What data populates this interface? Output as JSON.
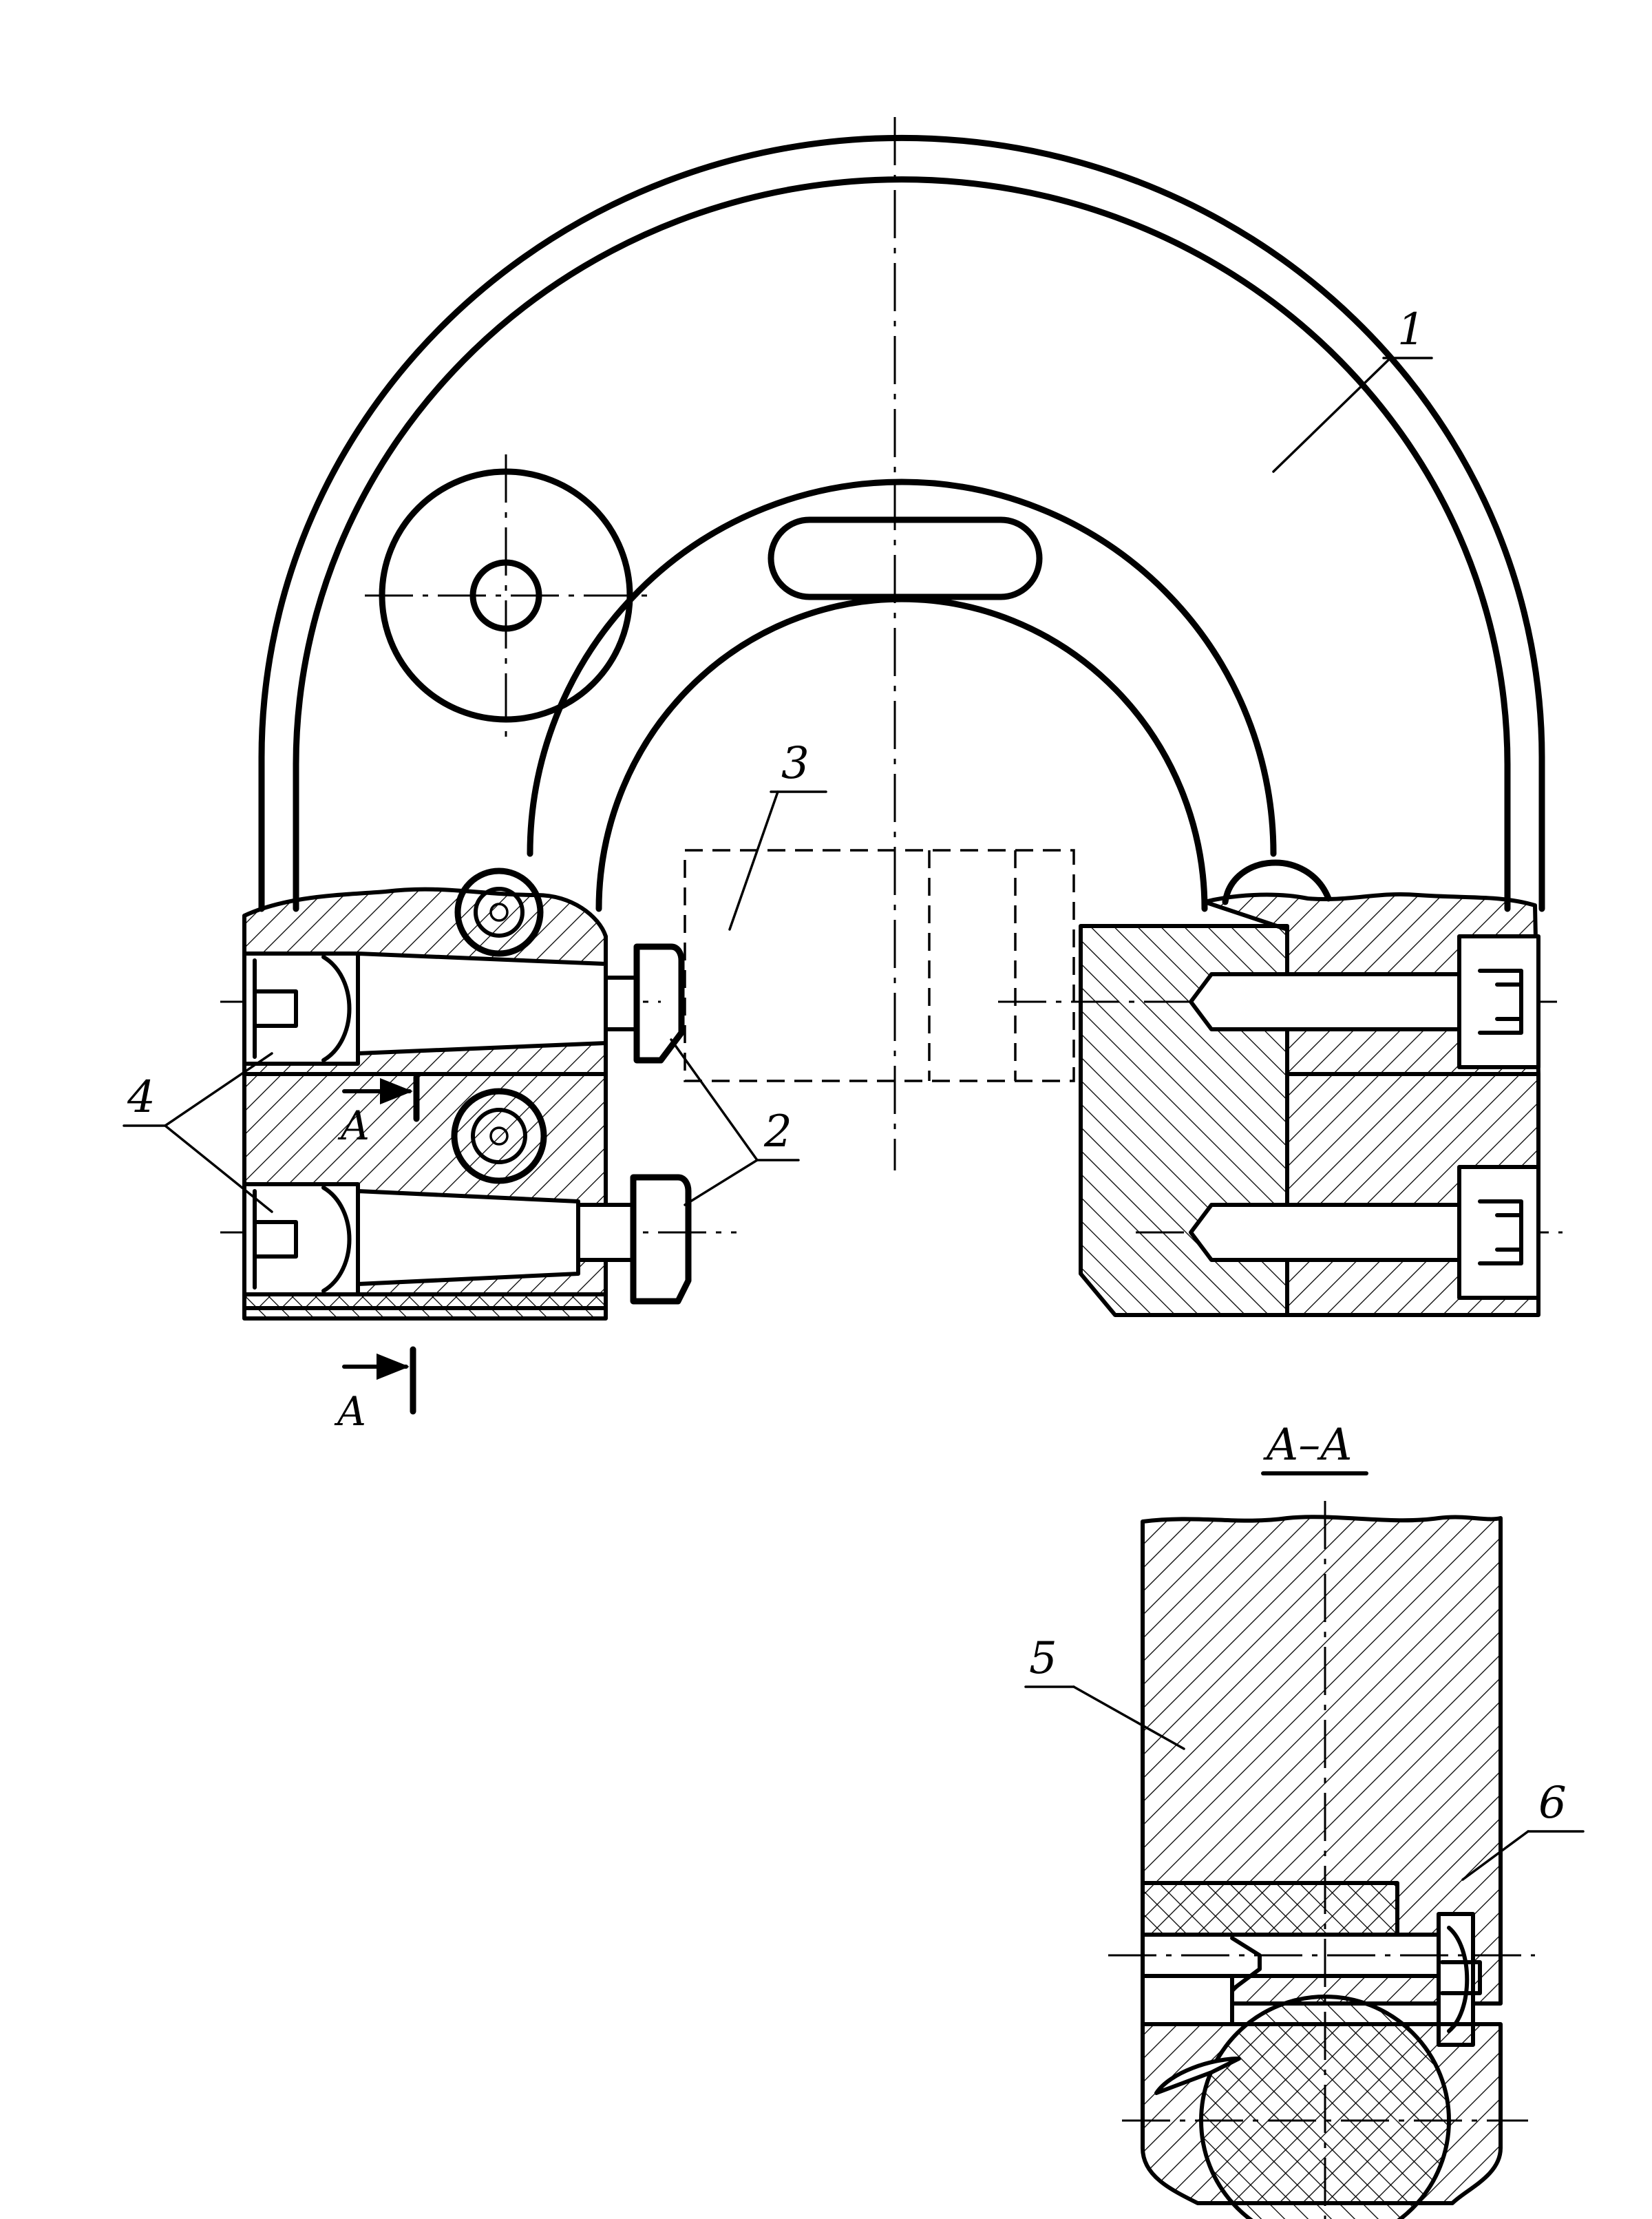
{
  "labels": {
    "part_1": "1",
    "part_2": "2",
    "part_3": "3",
    "part_4": "4",
    "part_5": "5",
    "part_6": "6",
    "section_mark_top": "A",
    "section_mark_bottom": "A",
    "section_title": "A–A"
  }
}
